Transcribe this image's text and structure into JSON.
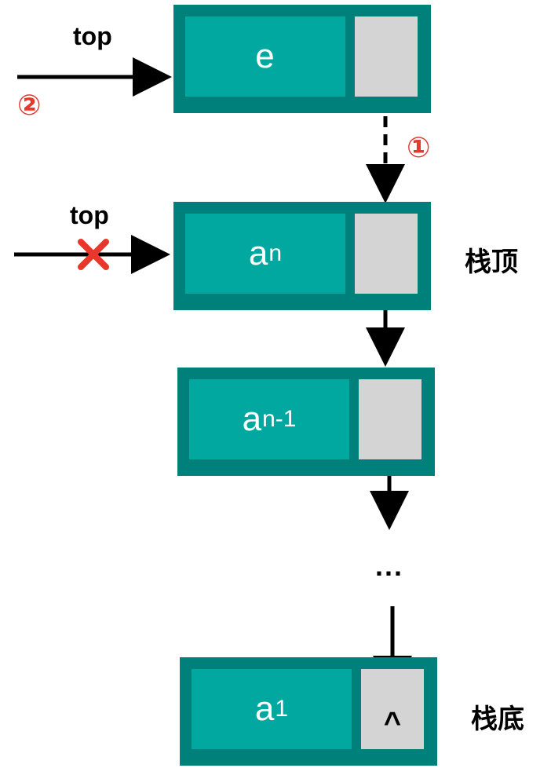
{
  "pointer_label_new": "top",
  "pointer_label_old": "top",
  "step_1": "①",
  "step_2": "②",
  "nodes": [
    {
      "value": "e",
      "sub": ""
    },
    {
      "value": "a",
      "sub": "n"
    },
    {
      "value": "a",
      "sub": "n-1"
    },
    {
      "value": "a",
      "sub": "1"
    }
  ],
  "null_marker": "^",
  "ellipsis": "...",
  "stack_top_label": "栈顶",
  "stack_bottom_label": "栈底",
  "colors": {
    "node_border": "#00807A",
    "data_cell": "#00A89F",
    "pointer_cell": "#D4D4D4",
    "highlight": "#E8372B"
  }
}
